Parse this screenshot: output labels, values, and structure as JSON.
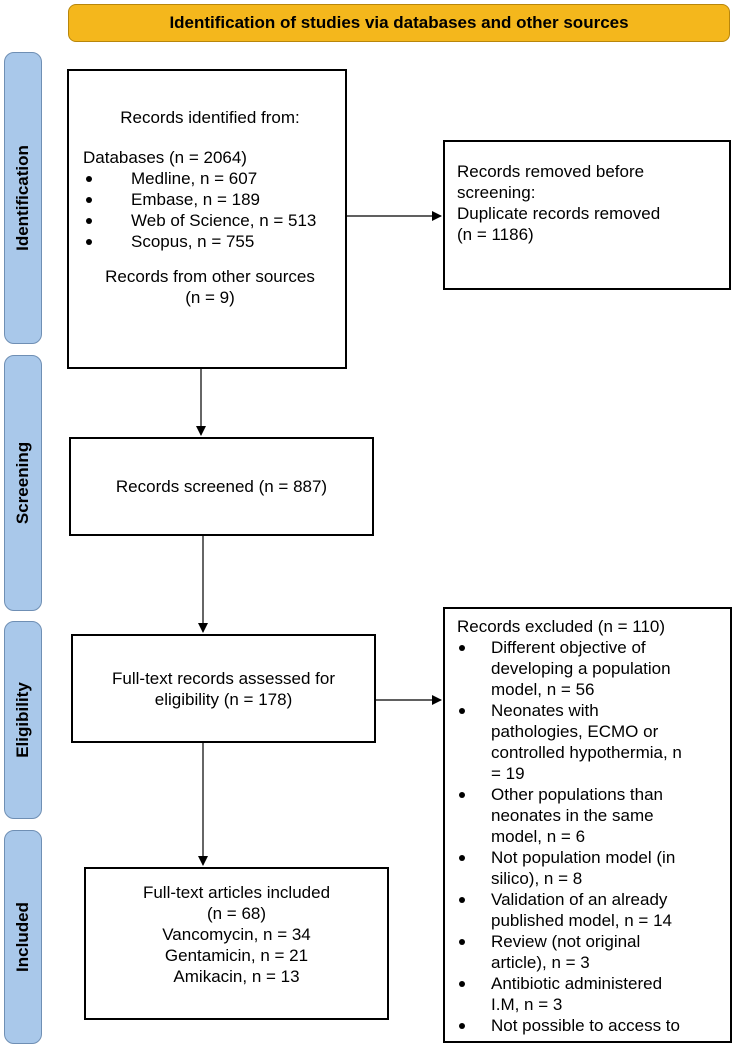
{
  "header": {
    "title": "Identification of studies via databases and other sources"
  },
  "phases": {
    "identification": "Identification",
    "screening": "Screening",
    "eligibility": "Eligibility",
    "included": "Included"
  },
  "identified": {
    "heading": "Records identified from:",
    "databases": "Databases (n = 2064)",
    "items": [
      "Medline, n = 607",
      "Embase, n = 189",
      "Web of Science, n = 513",
      "Scopus, n = 755"
    ],
    "other_line1": "Records from other sources",
    "other_line2": "(n = 9)"
  },
  "removed": {
    "line1": "Records removed before",
    "line2": "screening:",
    "line3": "Duplicate records removed",
    "line4": "(n = 1186)"
  },
  "screened": {
    "text": "Records screened (n = 887)"
  },
  "fulltext": {
    "line1": "Full-text records assessed for",
    "line2": "eligibility (n = 178)"
  },
  "excluded": {
    "heading": "Records excluded (n = 110)",
    "items": [
      [
        "Different objective of",
        "developing a population",
        "model, n = 56"
      ],
      [
        "Neonates with",
        "pathologies, ECMO or",
        "controlled hypothermia, n",
        "= 19"
      ],
      [
        "Other populations than",
        "neonates in the same",
        "model, n = 6"
      ],
      [
        "Not population model (in",
        "silico), n = 8"
      ],
      [
        "Validation of an already",
        "published model, n = 14"
      ],
      [
        "Review (not original",
        "article), n = 3"
      ],
      [
        "Antibiotic administered",
        "I.M, n = 3"
      ],
      [
        "Not possible to access to"
      ]
    ]
  },
  "included": {
    "line1": "Full-text articles included",
    "line2": "(n = 68)",
    "line3": "Vancomycin, n = 34",
    "line4": "Gentamicin, n = 21",
    "line5": "Amikacin, n = 13"
  }
}
